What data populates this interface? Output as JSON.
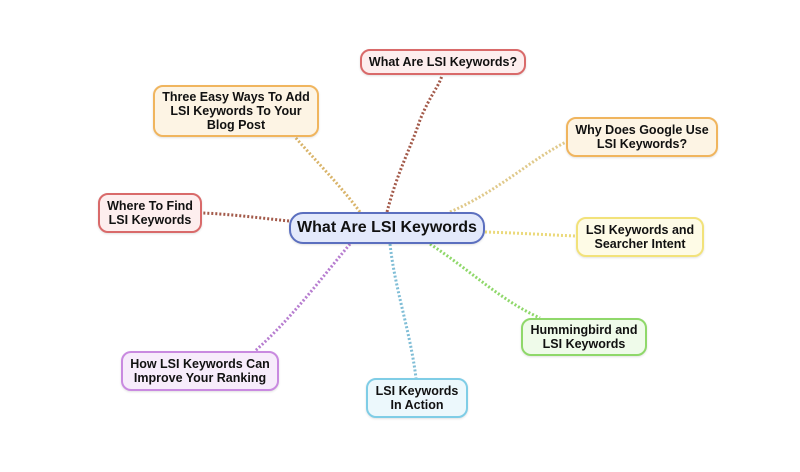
{
  "mindmap": {
    "center": {
      "label": "What Are LSI Keywords",
      "fill": "#e3e9fb",
      "border": "#5b6fbf"
    },
    "branches": [
      {
        "key": "what",
        "label": "What Are LSI Keywords?",
        "fill": "#fdeeee",
        "border": "#d96a6a",
        "line": "#a35a4a"
      },
      {
        "key": "three",
        "label": "Three Easy Ways To Add\nLSI Keywords To Your\nBlog Post",
        "fill": "#fdf4e4",
        "border": "#f0b55e",
        "line": "#d9b46a"
      },
      {
        "key": "why",
        "label": "Why Does Google Use\nLSI Keywords?",
        "fill": "#fdf4e4",
        "border": "#f0b55e",
        "line": "#e0c98a"
      },
      {
        "key": "where",
        "label": "Where To Find\nLSI Keywords",
        "fill": "#fdeeee",
        "border": "#d96a6a",
        "line": "#a35a4a"
      },
      {
        "key": "intent",
        "label": "LSI Keywords and\nSearcher Intent",
        "fill": "#fefbe6",
        "border": "#f2e27a",
        "line": "#ebd97a"
      },
      {
        "key": "humming",
        "label": "Hummingbird and\nLSI Keywords",
        "fill": "#effbea",
        "border": "#8fd86a",
        "line": "#8fd86a"
      },
      {
        "key": "improve",
        "label": "How LSI Keywords Can\nImprove Your Ranking",
        "fill": "#f7ecfb",
        "border": "#c98ae0",
        "line": "#b77dd0"
      },
      {
        "key": "action",
        "label": "LSI Keywords\nIn Action",
        "fill": "#ecf8fc",
        "border": "#7fcde6",
        "line": "#7fbdd6"
      }
    ]
  }
}
